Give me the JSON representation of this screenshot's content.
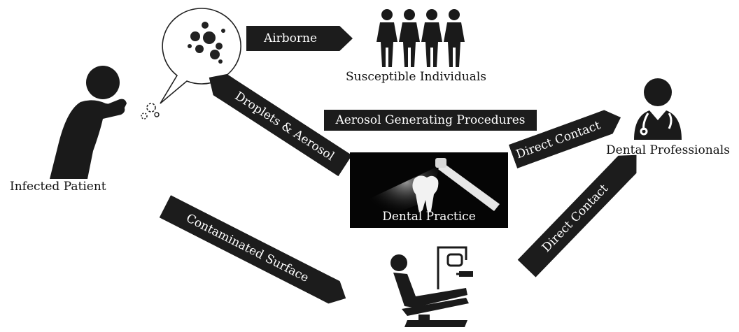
{
  "nodes": {
    "infected_patient": "Infected Patient",
    "susceptible": "Susceptible Individuals",
    "dental_professionals": "Dental Professionals",
    "dental_practice": "Dental Practice"
  },
  "edges": {
    "airborne": "Airborne",
    "droplets": "Droplets & Aerosol",
    "aerosol_procedures": "Aerosol Generating Procedures",
    "direct_contact_top": "Direct Contact",
    "contaminated_surface": "Contaminated Surface",
    "direct_contact_bottom": "Direct Contact"
  }
}
